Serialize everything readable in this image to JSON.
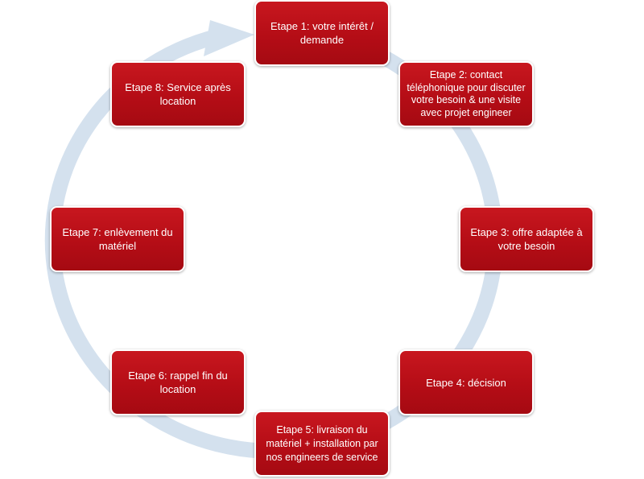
{
  "colors": {
    "box_fill": "#b50d16",
    "box_border": "#ffffff",
    "ring": "#d4e1ee",
    "text": "#ffffff"
  },
  "steps": [
    {
      "label": "Etape 1: votre intérêt / demande"
    },
    {
      "label": "Etape 2: contact téléphonique pour discuter votre besoin & une visite avec projet engineer"
    },
    {
      "label": "Etape 3: offre adaptée à votre besoin"
    },
    {
      "label": "Etape 4: décision"
    },
    {
      "label": "Etape 5: livraison du matériel + installation par nos engineers de service"
    },
    {
      "label": "Etape 6: rappel fin du location"
    },
    {
      "label": "Etape 7: enlèvement du matériel"
    },
    {
      "label": "Etape 8: Service après location"
    }
  ]
}
